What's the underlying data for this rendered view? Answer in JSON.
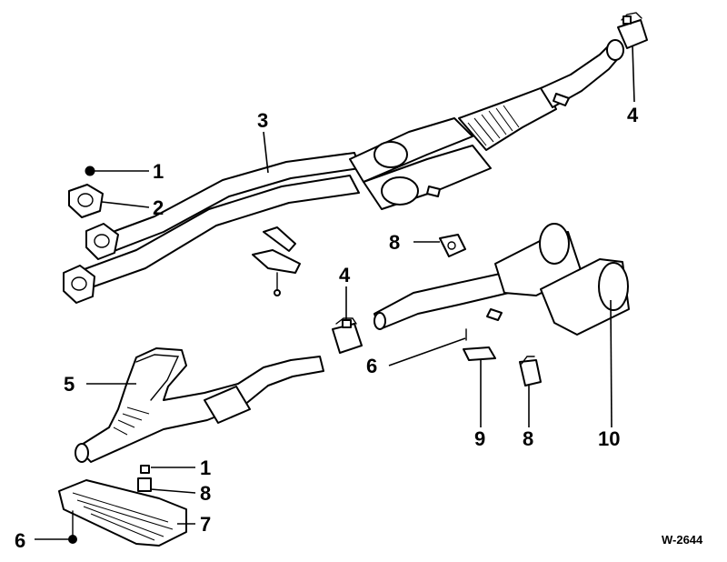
{
  "diagram": {
    "code": "W-2644",
    "callouts": {
      "c1a": "1",
      "c2": "2",
      "c3": "3",
      "c4a": "4",
      "c4b": "4",
      "c5": "5",
      "c6a": "6",
      "c6b": "6",
      "c7": "7",
      "c8a": "8",
      "c8b": "8",
      "c8c": "8",
      "c9": "9",
      "c10": "10",
      "c1b": "1"
    }
  }
}
